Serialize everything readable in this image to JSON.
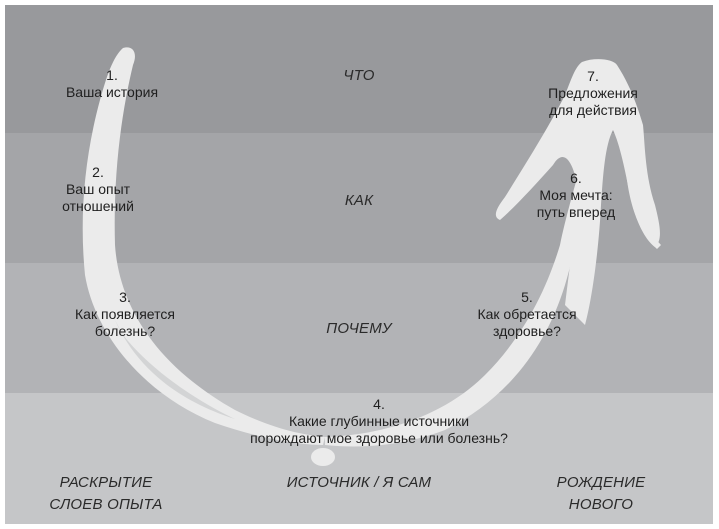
{
  "colors": {
    "band_1": "#98999c",
    "band_2": "#a4a5a8",
    "band_3": "#b2b3b6",
    "band_4": "#c5c6c8",
    "stroke": "#ebebeb",
    "text": "#1f1f1f"
  },
  "levels": [
    {
      "id": "what",
      "label": "ЧТО"
    },
    {
      "id": "how",
      "label": "КАК"
    },
    {
      "id": "why",
      "label": "ПОЧЕМУ"
    }
  ],
  "steps": [
    {
      "number": "1.",
      "lines": [
        "Ваша история"
      ]
    },
    {
      "number": "2.",
      "lines": [
        "Ваш опыт",
        "отношений"
      ]
    },
    {
      "number": "3.",
      "lines": [
        "Как появляется",
        "болезнь?"
      ]
    },
    {
      "number": "4.",
      "lines": [
        "Какие глубинные источники",
        "порождают мое здоровье или болезнь?"
      ]
    },
    {
      "number": "5.",
      "lines": [
        "Как обретается",
        "здоровье?"
      ]
    },
    {
      "number": "6.",
      "lines": [
        "Моя мечта:",
        "путь вперед"
      ]
    },
    {
      "number": "7.",
      "lines": [
        "Предложения",
        "для действия"
      ]
    }
  ],
  "bottom_labels": {
    "left": [
      "РАСКРЫТИЕ",
      "СЛОЕВ ОПЫТА"
    ],
    "center": [
      "ИСТОЧНИК / Я САМ"
    ],
    "right": [
      "РОЖДЕНИЕ",
      "НОВОГО"
    ]
  }
}
